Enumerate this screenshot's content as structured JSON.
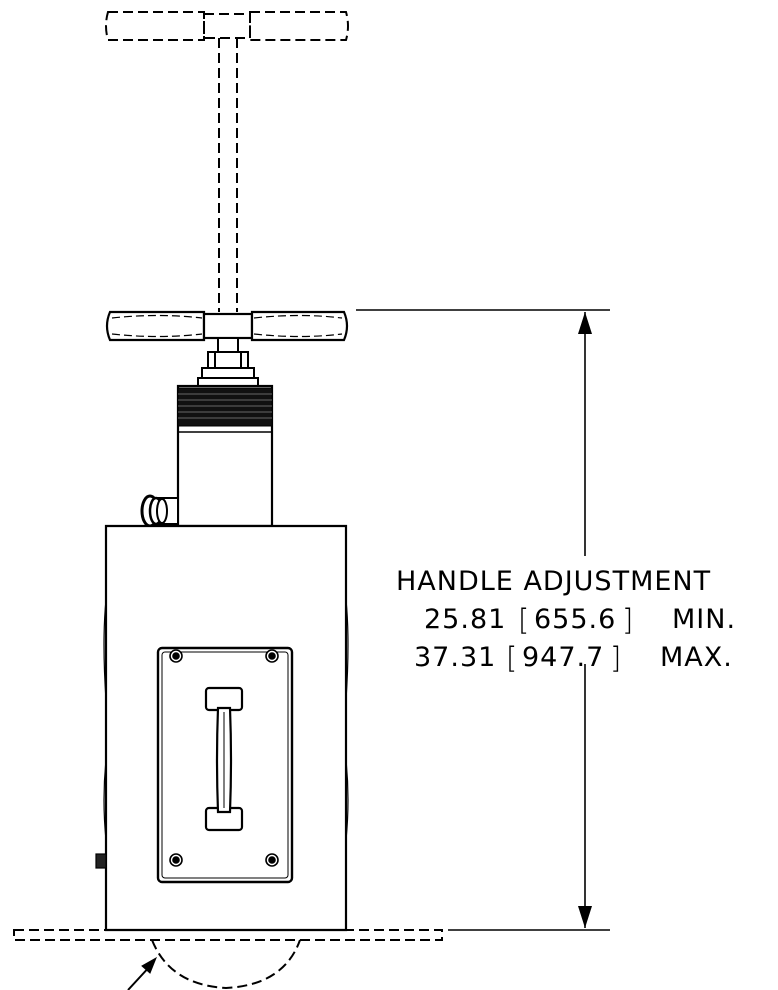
{
  "annotation": {
    "label": "HANDLE  ADJUSTMENT",
    "min_imperial": "25.81",
    "min_metric": "655.6",
    "min_suffix": "MIN.",
    "max_imperial": "37.31",
    "max_metric": "947.7",
    "max_suffix": "MAX.",
    "bracket_open": "[",
    "bracket_close": "]"
  }
}
